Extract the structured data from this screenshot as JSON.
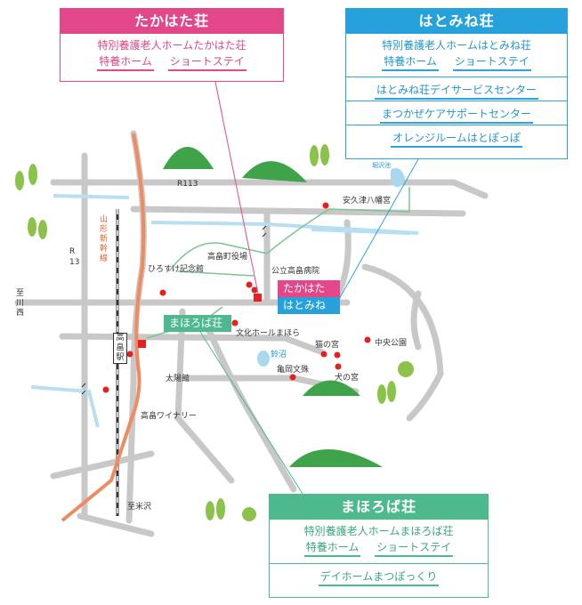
{
  "facilities": {
    "takahata": {
      "name": "たかはた荘",
      "full_name": "特別養護老人ホームたかはた荘",
      "services": [
        "特養ホーム",
        "ショートステイ"
      ],
      "color": "#e2478a"
    },
    "hatomine": {
      "name": "はとみね荘",
      "full_name": "特別養護老人ホームはとみね荘",
      "services": [
        "特養ホーム",
        "ショートステイ"
      ],
      "extra": [
        "はとみね荘デイサービスセンター",
        "まつかぜケアサポートセンター",
        "オレンジルームはとぽっぽ"
      ],
      "color": "#27a1dc"
    },
    "mahoroba": {
      "name": "まほろば荘",
      "full_name": "特別養護老人ホームまほろば荘",
      "services": [
        "特養ホーム",
        "ショートステイ"
      ],
      "extra": [
        "デイホームまつぽっくり"
      ],
      "color": "#4fb98e"
    }
  },
  "map_labels": {
    "r113": "R113",
    "r13": "R 13",
    "shinkansen": "山形新幹線",
    "to_kawanishi": "至川西",
    "to_yonezawa": "至米沢",
    "takahata_station": "高畠駅",
    "town_office": "高畠町役場",
    "hospital": "公立高畠病院",
    "hirosuke": "ひろすけ記念館",
    "bunka_hall": "文化ホールまほら",
    "taiyokan": "太陽館",
    "winery": "高畠ワイナリー",
    "azukudsu": "安久津八幡宮",
    "chuo_park": "中央公園",
    "neko_no_miya": "猫の宮",
    "inu_no_miya": "犬の宮",
    "kameoka": "亀岡文殊",
    "kagamanuma": "鈴沼",
    "pond_ne": "堀沢池"
  }
}
